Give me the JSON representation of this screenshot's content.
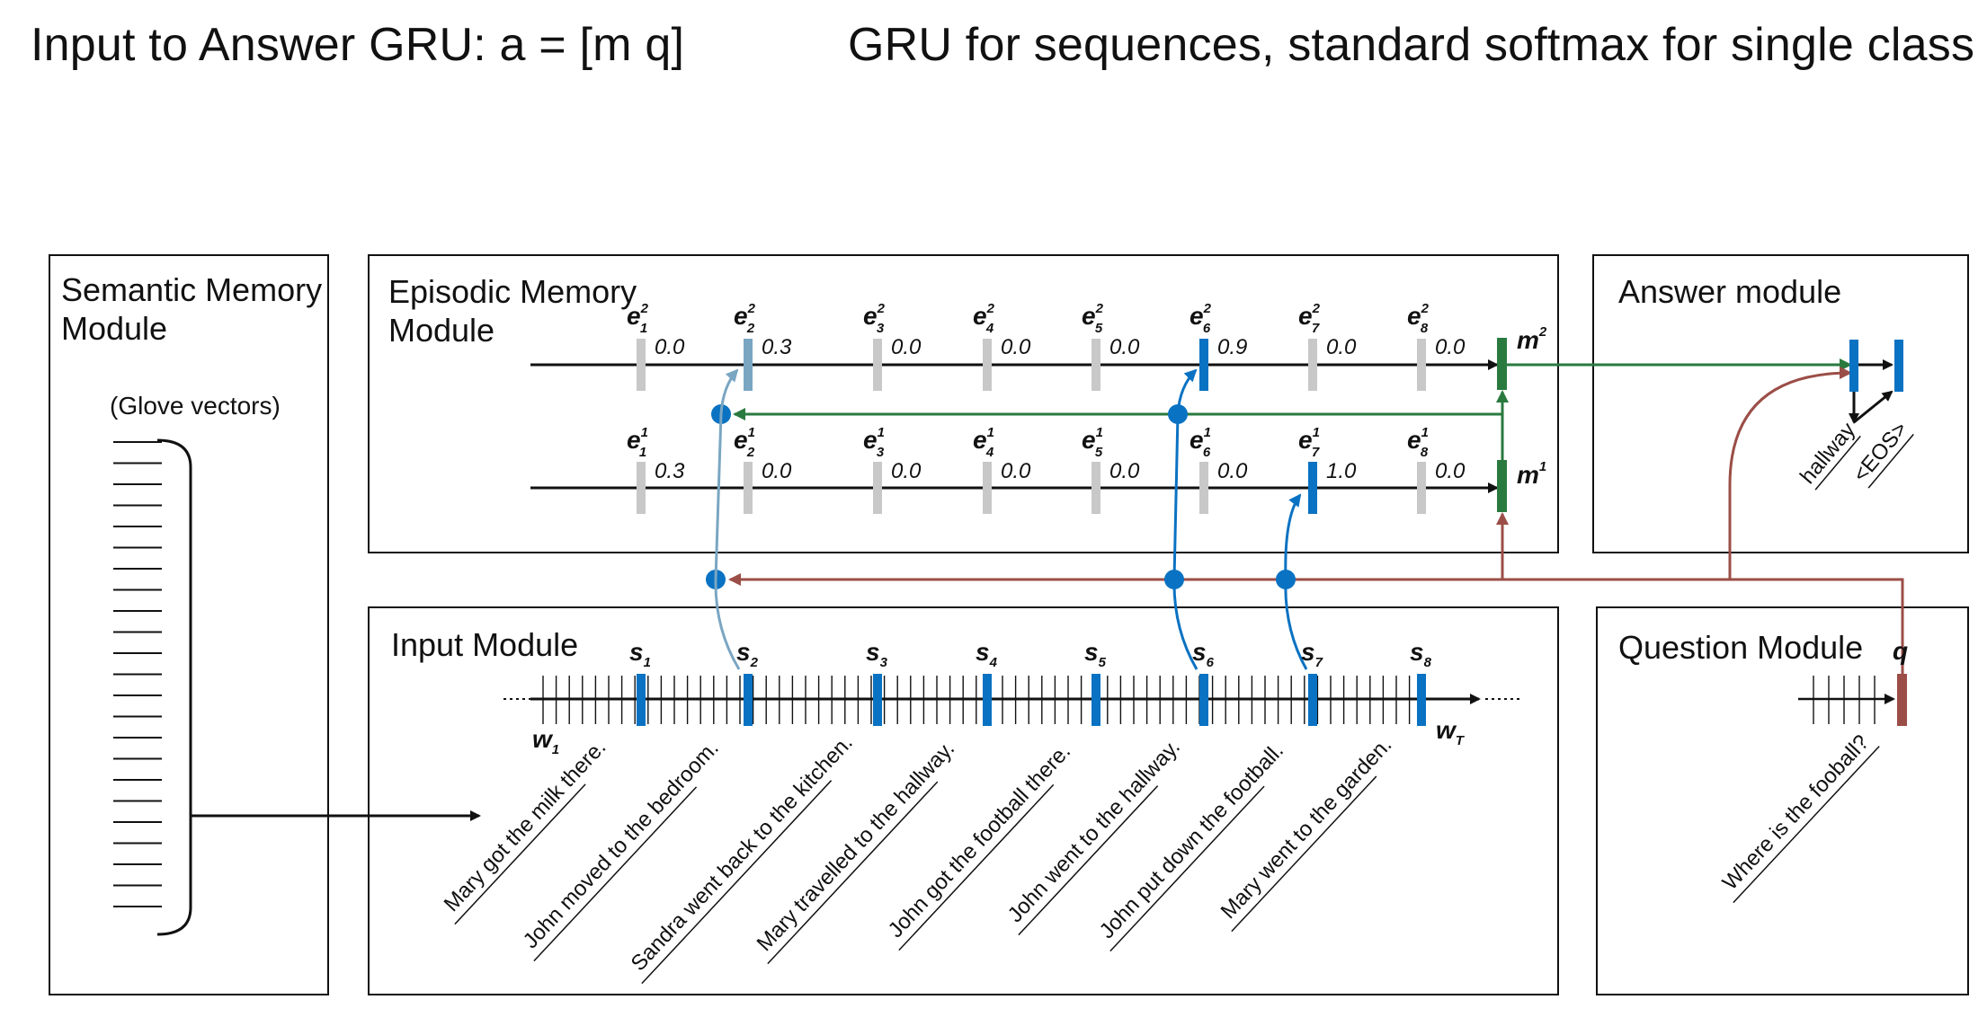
{
  "titles": {
    "left": "Input to Answer GRU: a = [m q]",
    "right": "GRU for sequences, standard softmax for single class"
  },
  "modules": {
    "semantic_title_line1": "Semantic Memory",
    "semantic_title_line2": "Module",
    "semantic_note": "(Glove vectors)",
    "episodic_title_line1": "Episodic Memory",
    "episodic_title_line2": "Module",
    "answer_title": "Answer module",
    "input_title": "Input Module",
    "question_title": "Question Module"
  },
  "colors": {
    "blue": "#0a72c2",
    "light_blue": "#7aa6c2",
    "gray": "#c8c8c8",
    "green": "#2a7a3f",
    "red": "#9b4e47",
    "black": "#111111"
  },
  "episodes": {
    "e2_values": [
      "0.0",
      "0.3",
      "0.0",
      "0.0",
      "0.0",
      "0.9",
      "0.0",
      "0.0"
    ],
    "e1_values": [
      "0.3",
      "0.0",
      "0.0",
      "0.0",
      "0.0",
      "0.0",
      "1.0",
      "0.0"
    ],
    "e_letter": "e",
    "sup2": "2",
    "sup1": "1",
    "subscripts": [
      "1",
      "2",
      "3",
      "4",
      "5",
      "6",
      "7",
      "8"
    ]
  },
  "memory": {
    "m_letter": "m",
    "m2_sup": "2",
    "m1_sup": "1"
  },
  "input": {
    "s_letter": "s",
    "w_letter": "w",
    "w_first_sub": "1",
    "w_last_sub": "T",
    "sentences": [
      "Mary got the milk there.",
      "John moved to the bedroom.",
      "Sandra went back to the kitchen.",
      "Mary travelled to the hallway.",
      "John got the football there.",
      "John went to the hallway.",
      "John put down the football.",
      "Mary went to the garden."
    ]
  },
  "question": {
    "q_letter": "q",
    "text": "Where is the fooball?"
  },
  "answer": {
    "words": [
      "hallway",
      "<EOS>"
    ]
  }
}
